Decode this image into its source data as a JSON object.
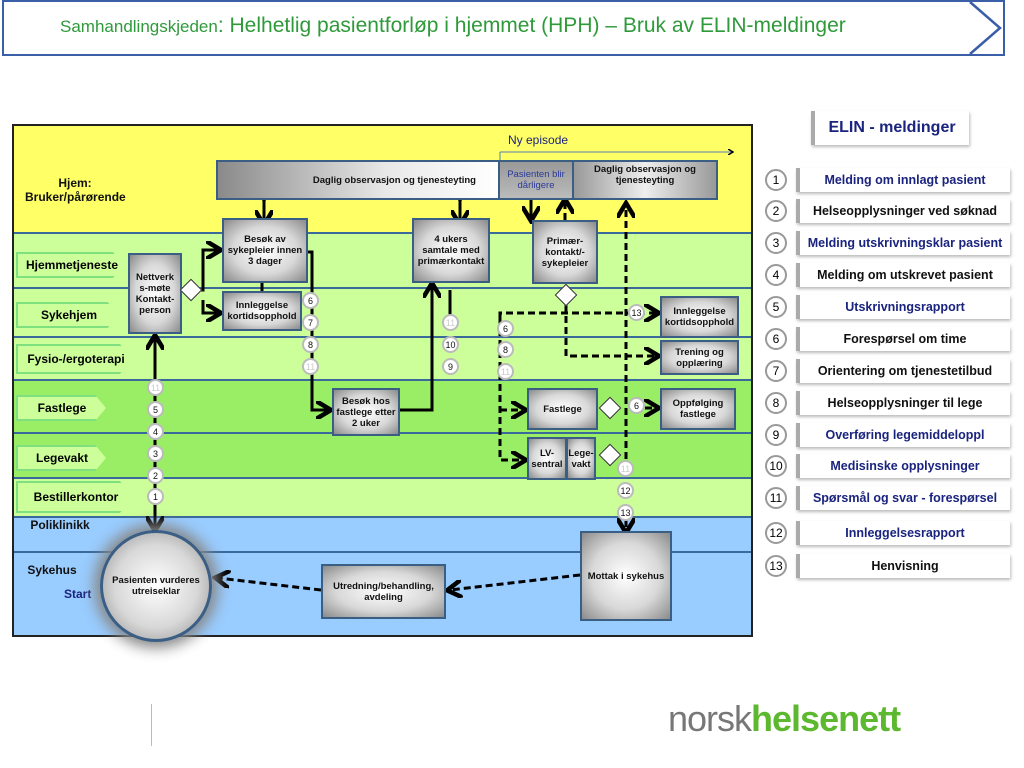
{
  "title": {
    "prefix": "Samhandlingskjeden",
    "main": ": Helhetlig pasientforløp i hjemmet (HPH) – Bruk av ELIN-meldinger"
  },
  "lanes": [
    "Hjem: Bruker/pårørende",
    "Hjemmetjeneste",
    "Sykehjem",
    "Fysio-/ergoterapi",
    "Fastlege",
    "Legevakt",
    "Bestillerkontor",
    "Poliklinikk",
    "Sykehus"
  ],
  "start_label": "Start",
  "ny_episode": "Ny episode",
  "boxes": {
    "daglig1": "Daglig observasjon og tjenesteyting",
    "darligere": "Pasienten blir dårligere",
    "daglig2": "Daglig observasjon og tjenesteyting",
    "besok_sykepleier": "Besøk av sykepleier innen 3 dager",
    "nettverk": "Nettverk s-møte Kontakt-person",
    "innleggelse1": "Innleggelse kortidsopphold",
    "samtale": "4 ukers samtale med primærkontakt",
    "primaer": "Primær-kontakt/-sykepleier",
    "innleggelse2": "Innleggelse kortidsopphold",
    "trening": "Trening og opplæring",
    "besok_fastlege": "Besøk hos fastlege etter 2 uker",
    "fastlege": "Fastlege",
    "oppfolging": "Oppfølging fastlege",
    "lv_sentral": "LV-sentral",
    "legevakt": "Lege-vakt",
    "mottak": "Mottak i sykehus",
    "utredning": "Utredning/behandling, avdeling",
    "pasient_vurderes": "Pasienten vurderes utreiseklar"
  },
  "badges": [
    "6",
    "7",
    "8",
    "11",
    "11",
    "10",
    "9",
    "6",
    "8",
    "11",
    "13",
    "11",
    "5",
    "4",
    "3",
    "2",
    "1",
    "6",
    "11",
    "12",
    "13"
  ],
  "elin": {
    "title": "ELIN - meldinger",
    "items": [
      {
        "n": "1",
        "label": "Melding om innlagt pasient",
        "color": "#1a237e"
      },
      {
        "n": "2",
        "label": "Helseopplysninger ved søknad",
        "color": "#111111"
      },
      {
        "n": "3",
        "label": "Melding utskrivningsklar pasient",
        "color": "#1a237e"
      },
      {
        "n": "4",
        "label": "Melding om utskrevet pasient",
        "color": "#111111"
      },
      {
        "n": "5",
        "label": "Utskrivningsrapport",
        "color": "#1a237e"
      },
      {
        "n": "6",
        "label": "Forespørsel om time",
        "color": "#111111"
      },
      {
        "n": "7",
        "label": "Orientering om tjenestetilbud",
        "color": "#111111"
      },
      {
        "n": "8",
        "label": "Helseopplysninger til lege",
        "color": "#111111"
      },
      {
        "n": "9",
        "label": "Overføring legemiddeloppl",
        "color": "#1a237e"
      },
      {
        "n": "10",
        "label": "Medisinske opplysninger",
        "color": "#1a237e"
      },
      {
        "n": "11",
        "label": "Spørsmål og svar - forespørsel",
        "color": "#1a237e"
      },
      {
        "n": "12",
        "label": "Innleggelsesrapport",
        "color": "#1a237e"
      },
      {
        "n": "13",
        "label": "Henvisning",
        "color": "#111111"
      }
    ]
  },
  "logo": {
    "part1": "norsk",
    "part2": "helsenett"
  },
  "colors": {
    "home": "#ffff66",
    "lane_light": "#ccff99",
    "lane_green": "#99ee66",
    "hospital": "#99ccff",
    "title_green": "#2e9a3a",
    "logo_green": "#5cb82e"
  }
}
